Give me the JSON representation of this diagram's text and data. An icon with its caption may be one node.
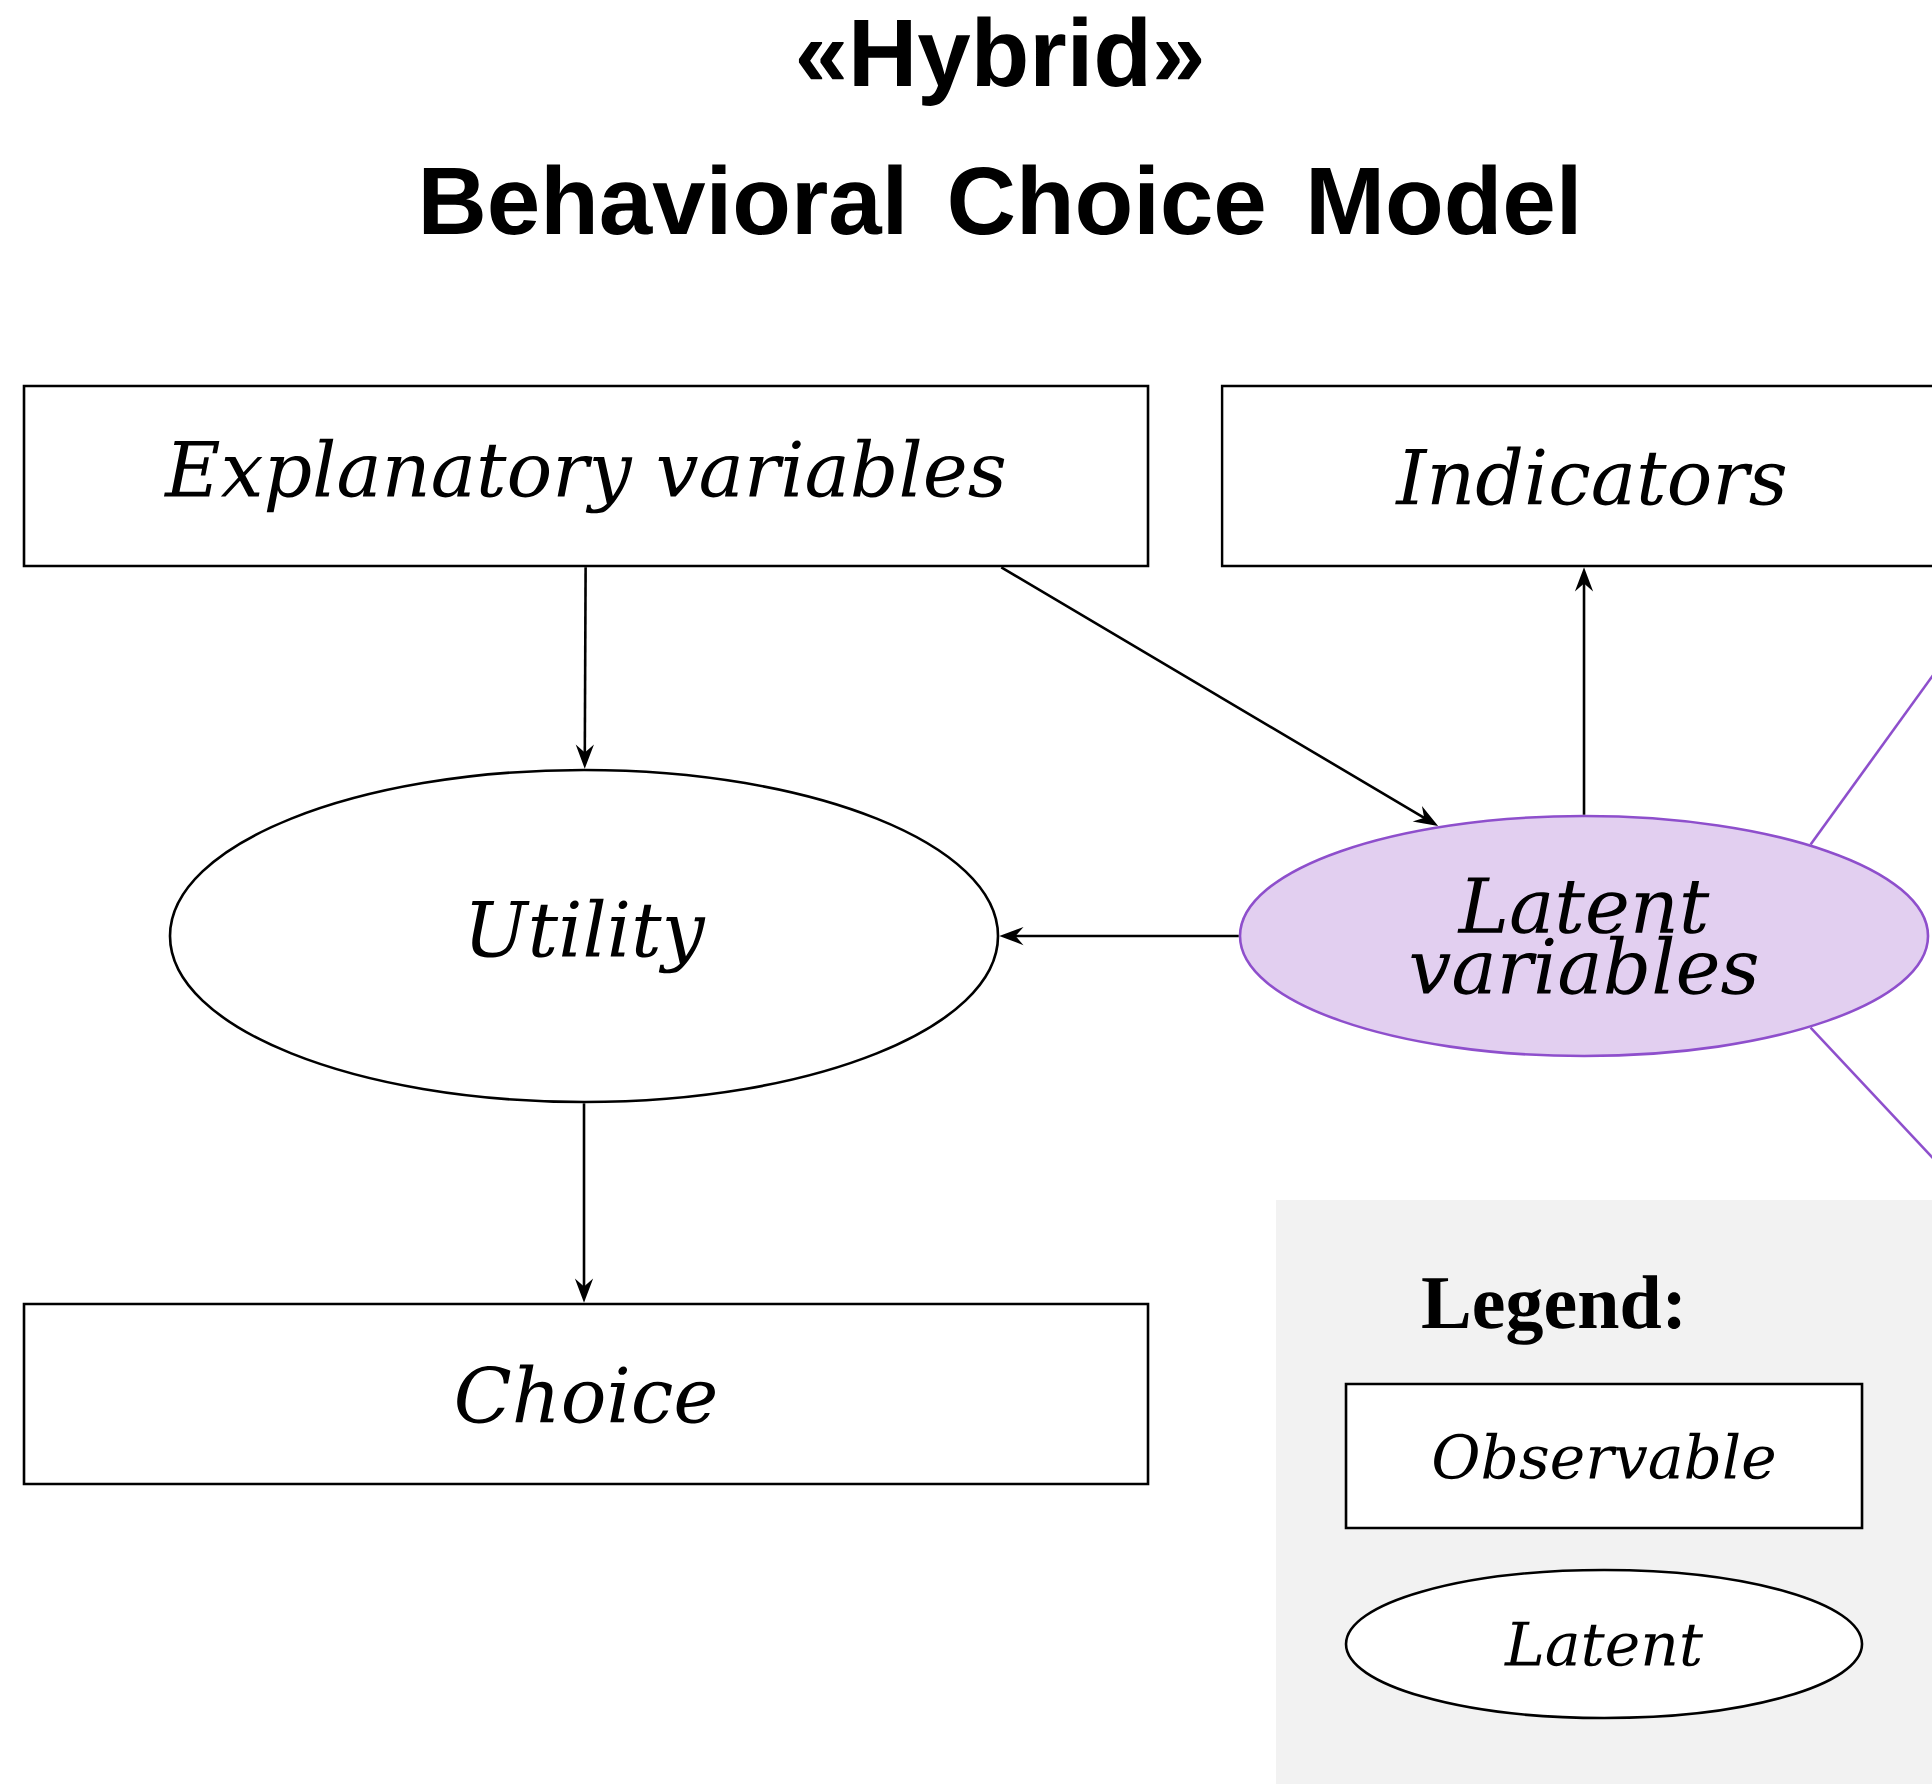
{
  "diagram": {
    "title": "«Hybrid» Behavioral Choice Model",
    "nodes": [
      {
        "text": [
          "Explanatory variables"
        ]
      },
      {
        "text": [
          "Indicators"
        ]
      },
      {
        "text": [
          "Utility"
        ]
      },
      {
        "text": [
          "Latent variables"
        ]
      },
      {
        "text": [
          "Choice"
        ]
      }
    ],
    "edges": [
      {
        "from": 0,
        "to": 2,
        "arrow": "to"
      },
      {
        "from": 0,
        "to": 3,
        "arrow": "to"
      },
      {
        "from": 3,
        "to": 1,
        "arrow": "to"
      },
      {
        "from": 3,
        "to": 2,
        "arrow": "to"
      },
      {
        "from": 2,
        "to": 4,
        "arrow": "to"
      },
      {
        "from": 3,
        "to": null,
        "arrow": "none",
        "color": "#8e4fcc"
      },
      {
        "from": 3,
        "to": null,
        "arrow": "none",
        "color": "#8e4fcc"
      }
    ],
    "labels": [
      "Legend:"
    ],
    "legend": [
      {
        "text": "Observable"
      },
      {
        "text": "Latent"
      }
    ]
  }
}
